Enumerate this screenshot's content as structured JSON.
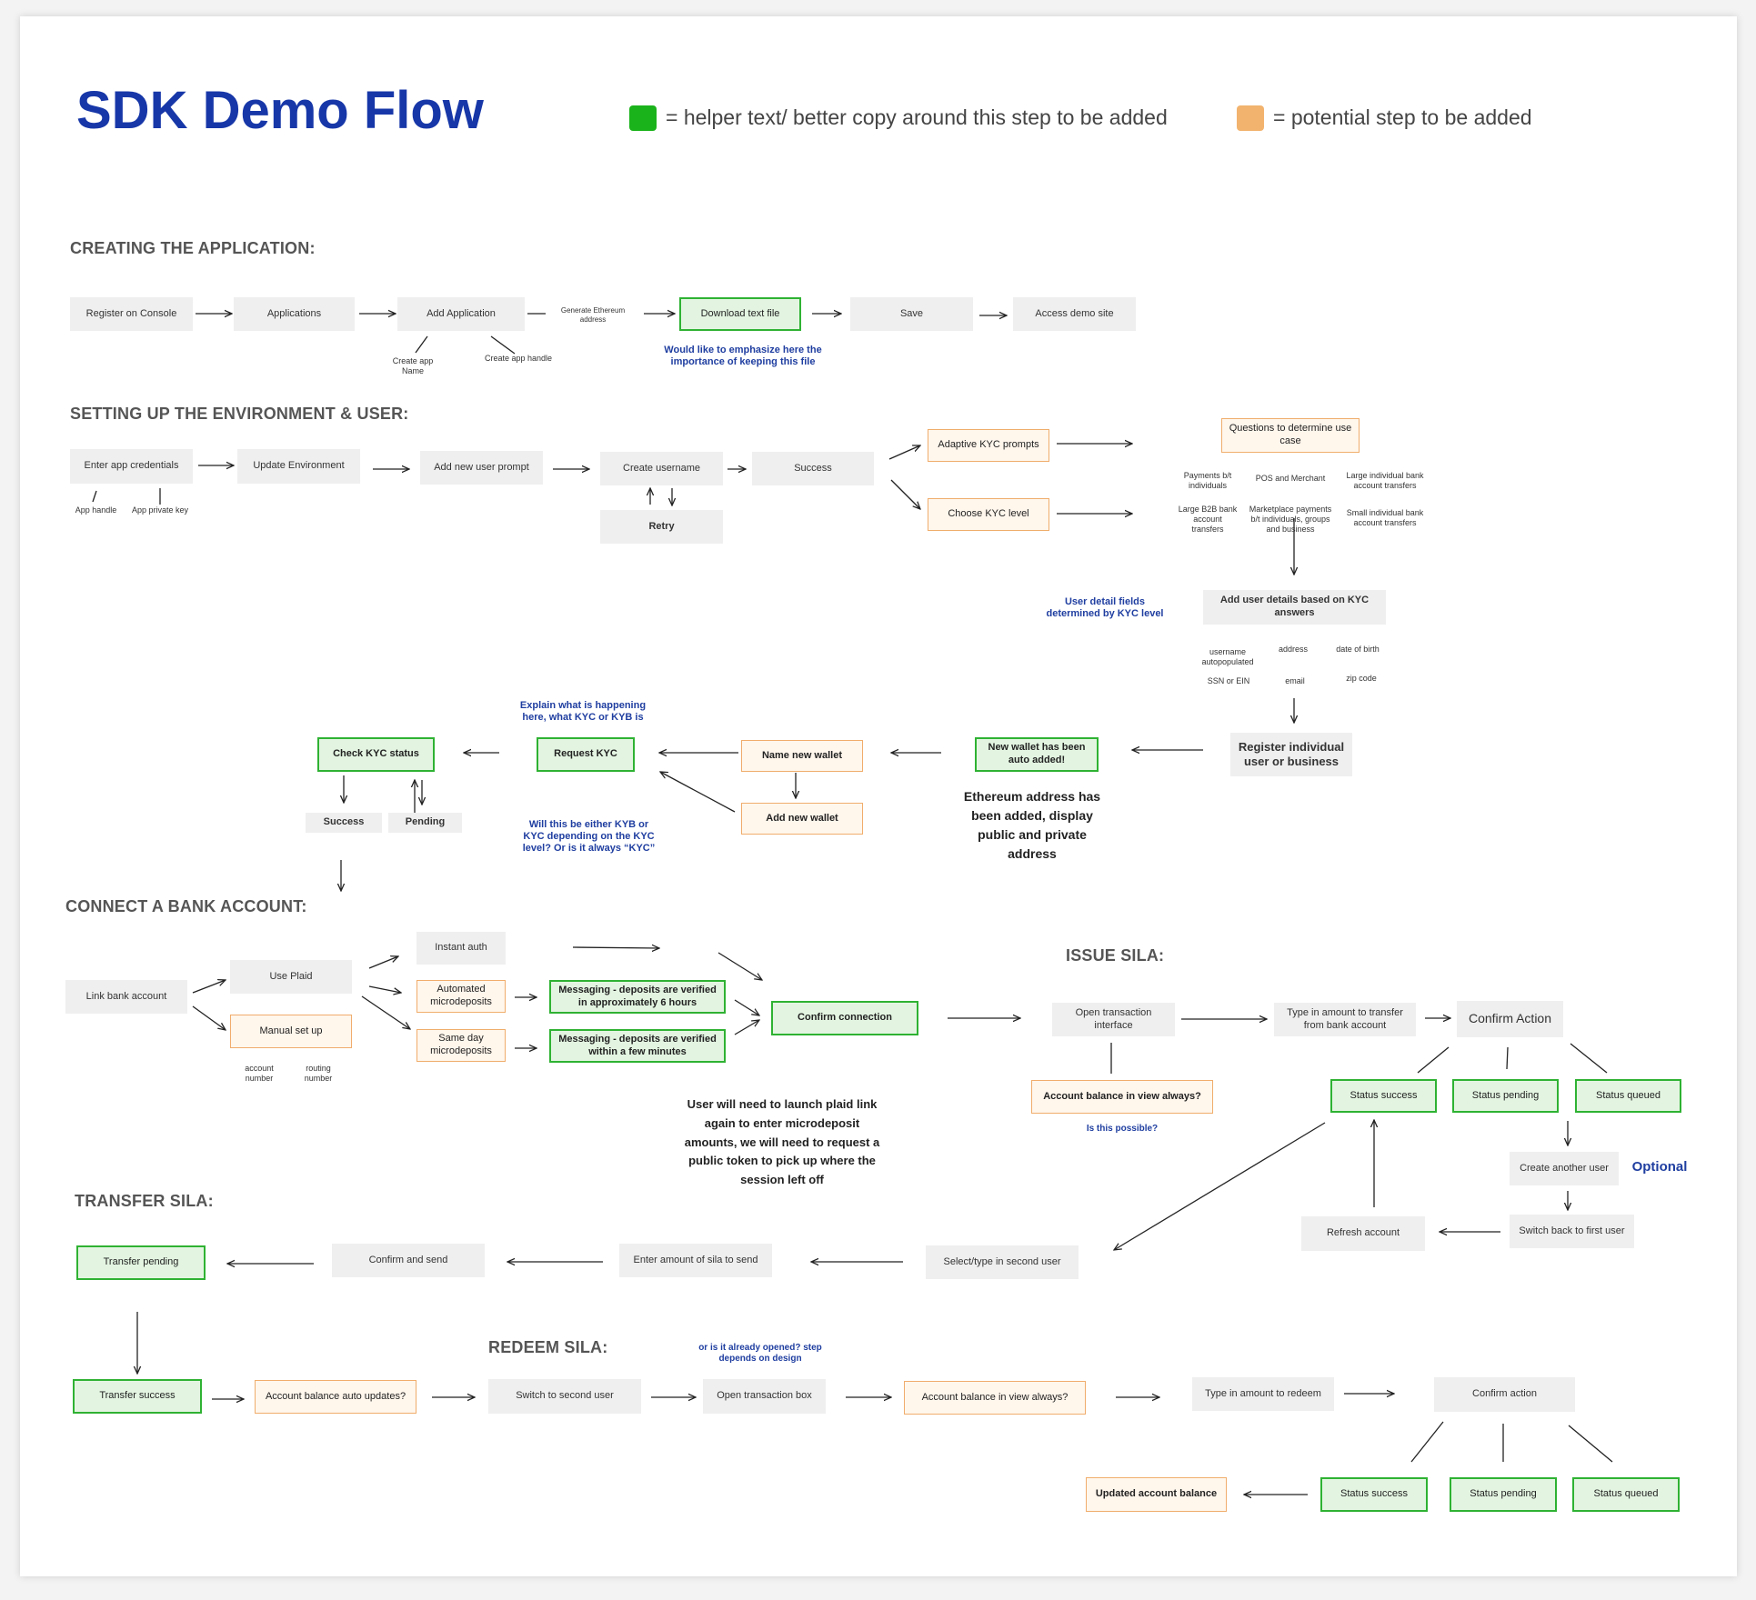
{
  "title": "SDK Demo Flow",
  "legend": [
    {
      "text": "= helper text/ better copy around this step to be added",
      "color": "#1bb31b"
    },
    {
      "text": "= potential step to be added",
      "color": "#f2b36e"
    }
  ],
  "sections": {
    "creating": "CREATING THE APPLICATION:",
    "setup": "SETTING UP THE ENVIRONMENT & USER:",
    "connect": "CONNECT A BANK ACCOUNT:",
    "issue": "ISSUE SILA:",
    "transfer": "TRANSFER SILA:",
    "redeem": "REDEEM SILA:"
  },
  "creating": {
    "register": "Register on Console",
    "applications": "Applications",
    "add_application": "Add Application",
    "create_app_name": "Create app Name",
    "create_app_handle": "Create app handle",
    "generate_eth": "Generate Ethereum address",
    "download": "Download text file",
    "download_note": "Would like to emphasize here the importance of keeping this file",
    "save": "Save",
    "access_demo": "Access demo site"
  },
  "setup": {
    "enter_credentials": "Enter app credentials",
    "app_handle": "App handle",
    "app_private_key": "App private key",
    "update_env": "Update Environment",
    "add_user_prompt": "Add new user prompt",
    "create_username": "Create username",
    "retry": "Retry",
    "success": "Success",
    "adaptive_kyc": "Adaptive KYC prompts",
    "choose_kyc": "Choose KYC level",
    "questions": "Questions to determine use case",
    "use_cases": [
      "Payments b/t individuals",
      "POS and Merchant",
      "Large individual bank account transfers",
      "Large B2B bank account transfers",
      "Marketplace payments b/t individuals, groups and business",
      "Small individual bank account transfers"
    ],
    "user_fields_note": "User detail fields determined by KYC level",
    "add_user_details": "Add user details based on KYC answers",
    "fields": [
      "username autopopulated",
      "address",
      "date of birth",
      "SSN or EIN",
      "email",
      "zip code"
    ],
    "register_user": "Register individual user or business",
    "wallet_added": "New wallet has been auto added!",
    "eth_note": "Ethereum address has been added, display public and private address",
    "name_wallet": "Name new wallet",
    "add_wallet": "Add new wallet",
    "request_kyc": "Request KYC",
    "explain_note": "Explain what is happening here, what KYC or KYB  is",
    "kyb_note": "Will this be either KYB or KYC depending on the KYC level? Or is it always “KYC”",
    "check_kyc": "Check KYC  status",
    "kyc_success": "Success",
    "kyc_pending": "Pending"
  },
  "connect": {
    "link_bank": "Link bank account",
    "use_plaid": "Use Plaid",
    "manual": "Manual set up",
    "account_number": "account number",
    "routing_number": "routing number",
    "instant_auth": "Instant auth",
    "automated": "Automated microdeposits",
    "same_day": "Same day microdeposits",
    "msg_6h": "Messaging - deposits are verified in approximately 6 hours",
    "msg_minutes": "Messaging - deposits are verified within a few minutes",
    "confirm_connection": "Confirm connection",
    "plaid_note": "User will need to launch plaid link again to enter microdeposit amounts, we will need to request a public token to pick up where the session left off"
  },
  "issue": {
    "open_interface": "Open transaction interface",
    "balance_view": "Account balance in view always?",
    "possible_note": "Is this possible?",
    "type_amount": "Type in amount to transfer from bank account",
    "confirm_action": "Confirm Action",
    "status_success": "Status success",
    "status_pending": "Status pending",
    "status_queued": "Status queued",
    "create_another": "Create another user",
    "optional": "Optional",
    "switch_back": "Switch back to first user",
    "refresh": "Refresh account"
  },
  "transfer": {
    "select_user": "Select/type in second user",
    "enter_amount": "Enter amount of sila to send",
    "confirm_send": "Confirm and send",
    "pending": "Transfer pending",
    "success": "Transfer success"
  },
  "redeem": {
    "balance_auto": "Account balance auto updates?",
    "switch_second": "Switch to second user",
    "opened_note": "or is it already opened? step depends on design",
    "open_box": "Open transaction box",
    "balance_view": "Account balance in view always?",
    "type_redeem": "Type in amount to redeem",
    "confirm_action": "Confirm action",
    "status_success": "Status success",
    "status_pending": "Status pending",
    "status_queued": "Status queued",
    "updated_balance": "Updated account balance"
  }
}
